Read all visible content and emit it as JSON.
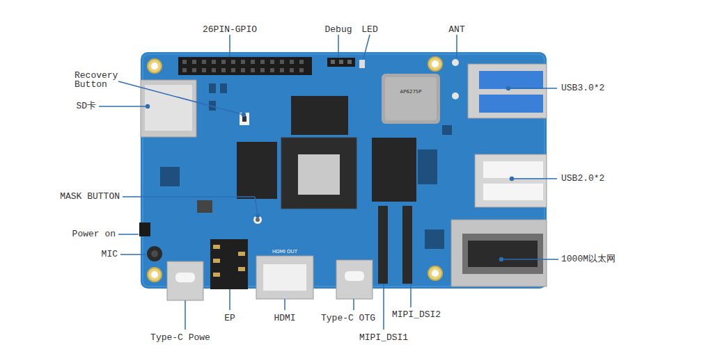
{
  "diagram": {
    "labels": [
      "26PIN-GPIO",
      "Debug",
      "LED",
      "ANT",
      "Recovery Button",
      "SD卡",
      "USB3.0*2",
      "USB2.0*2",
      "MASK BUTTON",
      "Power on",
      "MIC",
      "1000M以太网",
      "Type-C Powe",
      "EP",
      "HDMI",
      "Type-C OTG",
      "MIPI_DSI2",
      "MIPI_DSI1",
      "AP6275P",
      "HDMI OUT"
    ]
  }
}
